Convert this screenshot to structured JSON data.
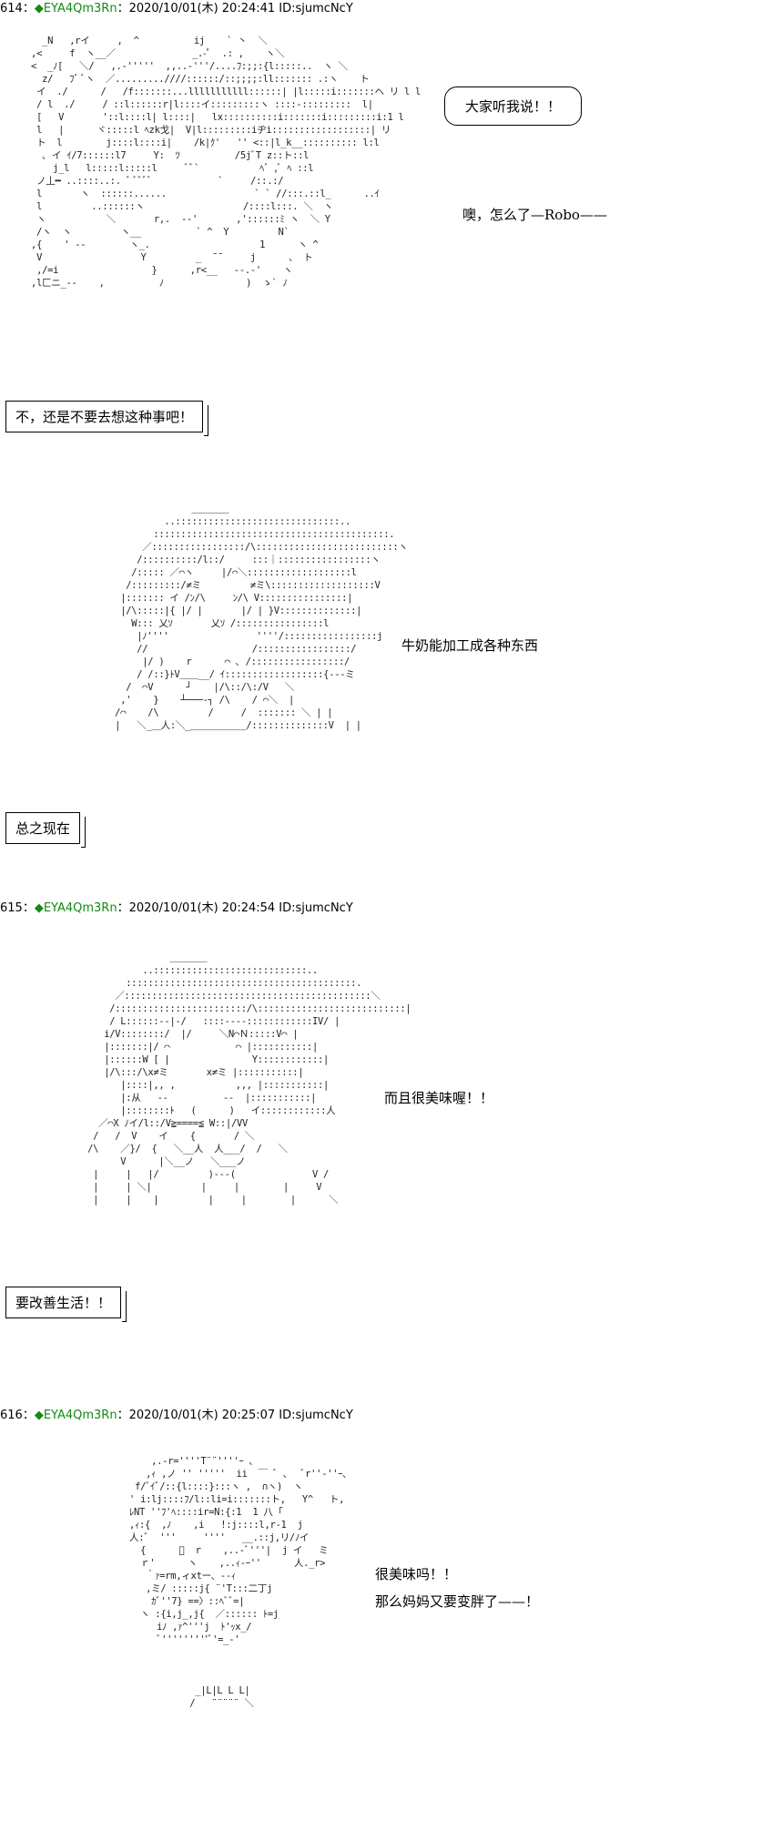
{
  "posts": [
    {
      "header": {
        "num": "614：",
        "trip": "◆EYA4Qm3Rn",
        "date": "：2020/10/01(木) 20:24:41 ID:sjumcNcY"
      },
      "bubble": "大家听我说！！",
      "speech1": "噢，怎么了—Robo——",
      "narration1": "不，还是不要去想这种事吧！",
      "speech2": "牛奶能加工成各种东西",
      "narration2": "总之现在",
      "aa1": "    _N   ,rイ     ,  ^          ij    ` 丶  ＼\n  ,<     f  ヽ__／              _.-ﾟ  .: ,    ヽ＼\n  <  _ﾉ[   ＼/   ,.-'''''  ,,..-'''/....ﾌ:;;:{l:::::..  ヽ ＼\n    z/   ﾌﾞ ﾞヽ  ／.........////::::::/::;;;;:ll::::::: .:ヽ    ト\n   イ  ./      /   /f:::::::...lllllllllll::::::| |l:::::i:::::::ヘ リ l l\n   / l  ./     / ::l::::::r|l::::イ:::::::::ヽ ::::-:::::::::  l|\n   [   V       '::l::::l| l::::|   lx::::::::::i:::::::i:::::::::i:1 l\n   l   |      ヾ:::::l ﾍzk戈|  V|l:::::::::iヂi::::::::::::::::::| リ\n   ト  l        j::::l::::i|    /k|ｸ'   '' <::|l_k__:::::::::: l:l\n    ､ イ ｲ/7::::::l7     Y:  ﾂ          /5jﾞT z::ト::l\n      j_l   l:::::l:::::l     ﾞﾞ`           ﾍﾞ ,ﾞ ﾍ ::l\n   ノ丄━ ..::::..:. ﾞ ﾞﾞﾞﾞ            `     /::.:/\n   l       ヽ  ::::::......                ` ` //:::.::l_      ..ｲ\n   l         ..::::::ヽ                  /::::l:::. ＼  ヽ\n   ヽ           ＼       r,.  -‐'       ,'::::::ﾐ ヽ  ＼ Y\n   /ヽ  ヽ         ヽ__          ` ^  Y         N`\n  ,{    ' --        ヽ_.                    1      ヽ ^\n   V                  Y         _  ̄ ̄      j      、 ト\n   ,/=i                 }      ,r<__   ‐‐.‐'    ヽ\n  ,l匚ニ_‐‐    ,          ﾉ               )  ゝ` ﾉ",
      "aa2": "                      ＿＿＿＿\n                 ..::::::::::::::::::::::::::::::..\n               :::::::::::::::::::::::::::::::::::::::::::.\n             ／:::::::::::::::::/\\::::::::::::::::::::::::::ヽ\n            /::::::::::/l::/     :::｜:::::::::::::::::ヽ\n           /::::: ／⌒ヽ     |/⌒＼:::::::::::::::::::l\n          /:::::::::/≠ミ         ≠ミ\\:::::::::::::::::::V\n         |::::::: イ /ﾝ/\\     ﾝ/\\ V::::::::::::::::|\n         |/\\:::::|{ |/ |       |/ | }V::::::::::::::|\n           W::: 乂ｿ       乂ｿ /::::::::::::::::l\n            |ﾉ''''                ''''/:::::::::::::::::j\n            //                   /:::::::::::::::::/\n             |/ )    r      ⌒ ､ /:::::::::::::::::/\n            / /::}ﾄV＿＿__/ ｲ::::::::::::::::::{‐‐‐ミ\n          /  ⌒V      ┘    |/\\::/\\:/V   ＼\n         ,'    }    ┴───-┐ /\\    / ⌒＼  |\n        /⌒    /\\         /     /  ::::::: ＼ | |\n        |   ＼_＿人:＼_＿＿＿＿＿＿/::::::::::::::V  | |",
      "aa1_pos": "",
      "aa2_pos": ""
    },
    {
      "header": {
        "num": "615：",
        "trip": "◆EYA4Qm3Rn",
        "date": "：2020/10/01(木) 20:24:54 ID:sjumcNcY"
      },
      "speech1": "而且很美味喔！！",
      "narration1": "要改善生活！！",
      "aa": "                     ＿＿＿＿\n                ..::::::::::::::::::::::::::::..\n             ::::::::::::::::::::::::::::::::::::::::::.\n           ／:::::::::::::::::::::::::::::::::::::::::::::＼\n          /::::::::::::::::::::::::/\\:::::::::::::::::::::::::::|\n          / L::::::‐‐|‐/   ::::‐‐‐‐::::::::::::IV/ |\n         i/V::::::::/  |/     ＼N⌒Ｎ:::::V⌒ |\n         |:::::::|/ ⌒            ⌒ |:::::::::::|\n         |::::::W [ |               Y::::::::::::|\n         |/\\:::/\\x≠ミ       x≠ミ |:::::::::::|\n            |::::|,, ,           ,,, |:::::::::::|\n            |:从   -‐          ‐-  |:::::::::::|\n            |::::::::ﾄ   (      )   イ::::::::::::人\n        ／⌒X ﾉイ/l::/V≧====≦ W::|/VV\n       /   /  V    イ    {       / ＼\n      /\\    ／}/  {   ＼__人  人___/  /   ＼\n            V      |＼__ノ   ＼___ノ\n       |     |   |/         )‐‐‐(              V /\n       |     | ＼|         |     |        |     V\n       |     |    |         |     |        |      ＼"
    },
    {
      "header": {
        "num": "616：",
        "trip": "◆EYA4Qm3Rn",
        "date": "：2020/10/01(木) 20:25:07 ID:sjumcNcY"
      },
      "speech1": "很美味吗！！",
      "speech2": "那么妈妈又要变胖了——！",
      "aa": "      ,.-r=''''T¨¨''''ｰ ､\n     ,ｨ ,ノ '' '''''  ii  ￣ ﾞ ､   ﾞr''-''ｰ､\n   f/ﾞｲﾞ/::{l::::}:::ヽ ,  ∩ヽ)  ヽ\n  ' i:lj::::ﾌ/l::li=i:::::::ト,   Y^   ト,\n  ﾚNT ''ﾌ'ﾍ::::ir=N:{:1  1 八 ｢\n  ,ｨ:{  ,ﾉ    ,i   !:j::::l,r-1  j\n  人:ﾞ  '''     ''''   __.::j,リ/ﾉイ\n    {      ﾞ  r    ,..-ﾞ'''|  j イ   ミ\n    ｒ'      ヽ    ,..ｨ-ｰ''      人._r>\n     ｀ｧ=rm,ィxtー、‐‐ｨ\n     ,ミ/ :::::j{ ¨'T:::二丁j\n      ｶﾞ''7} ==〉::ﾍﾞﾞ=|\n    ヽ :{i,j_,j{  ／:::::: ﾄ=j\n       iﾉ ,ｧ^'''j  ﾄ'ｯx_/\n       ﾞ'''''''''ﾞ'=_-'\n\n\n\n              _|L|L L L|\n             /   ¨¨¨¨¨ ＼"
    }
  ],
  "colors": {
    "trip": "#138a13",
    "text": "#000000"
  }
}
